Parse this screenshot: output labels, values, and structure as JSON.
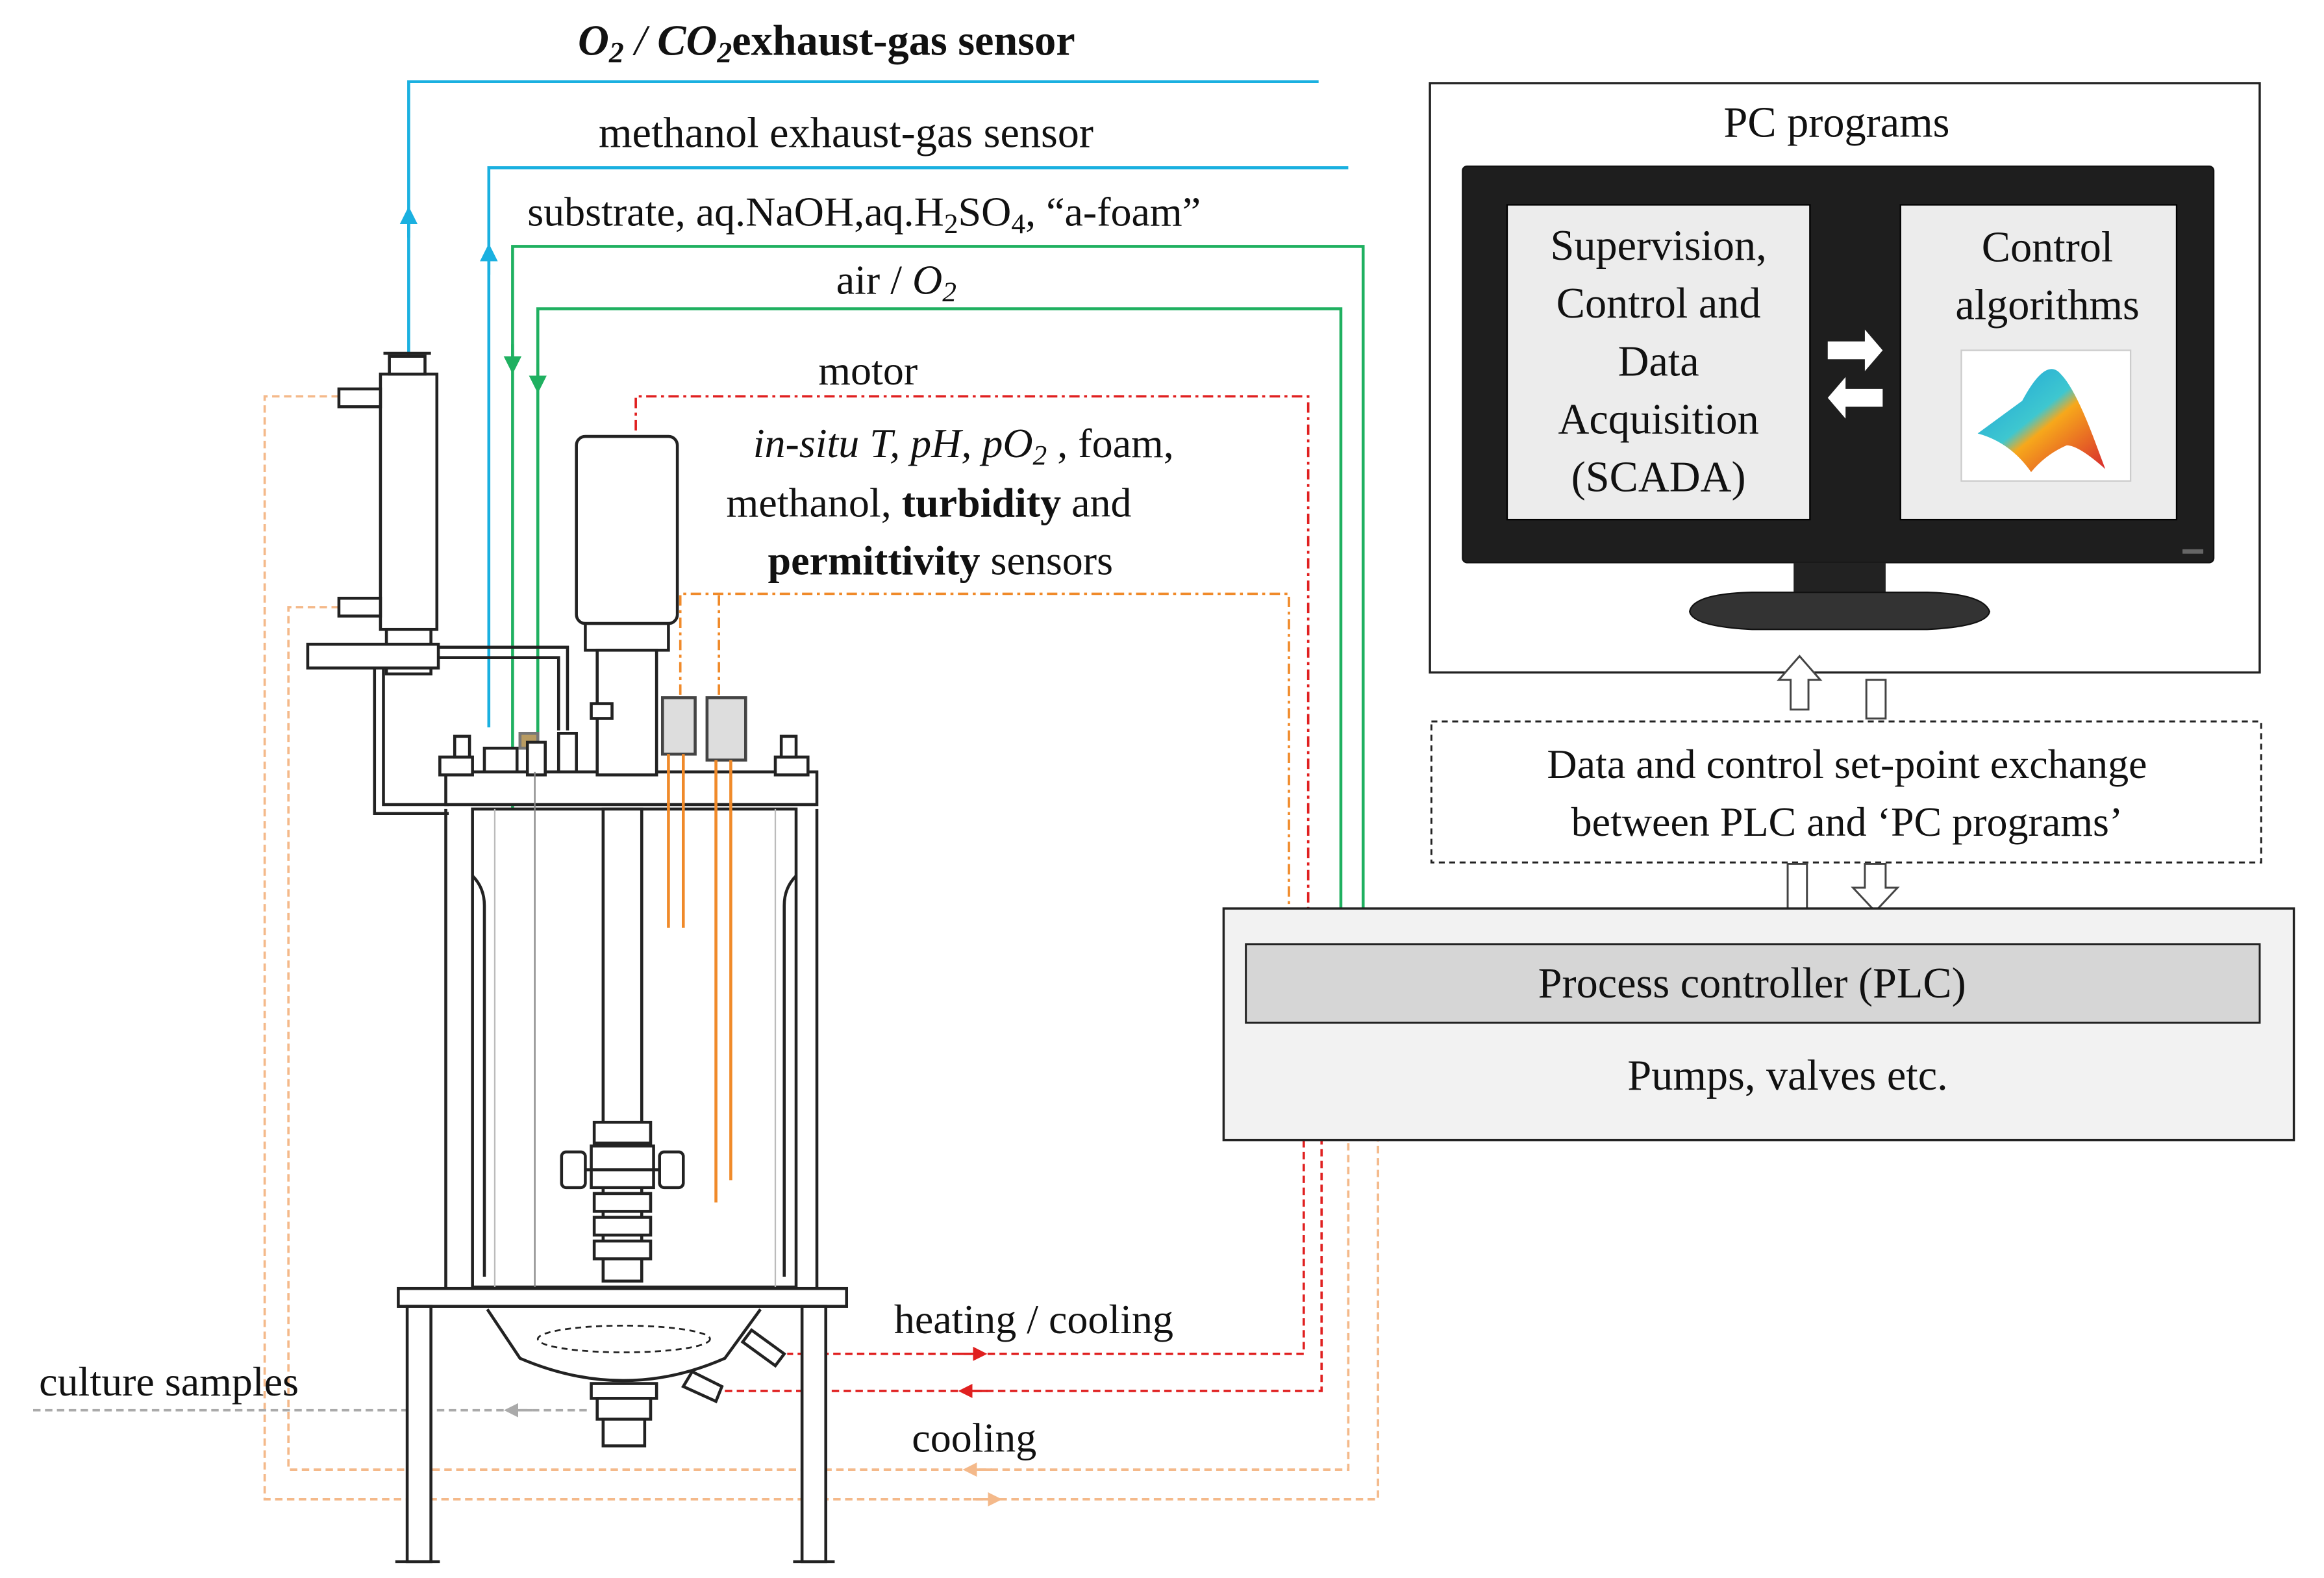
{
  "labels": {
    "o2_co2_prefix_a": "O",
    "o2_co2_sub_a": "2",
    "o2_co2_slash": " / ",
    "o2_co2_prefix_b": "CO",
    "o2_co2_sub_b": "2",
    "o2_co2_suffix": "exhaust-gas sensor",
    "methanol_exhaust": "methanol exhaust-gas sensor",
    "substrate_a": "substrate, aq.NaOH,aq.H",
    "substrate_sub1": "2",
    "substrate_b": "SO",
    "substrate_sub2": "4",
    "substrate_c": ", “a-foam”",
    "air_a": "air / ",
    "air_b": "O",
    "air_sub": "2",
    "motor": "motor",
    "sensors_l1_italic": "in-situ T, pH, pO",
    "sensors_l1_sub": "2",
    "sensors_l1_rest": " , foam,",
    "sensors_l2_a": "methanol, ",
    "sensors_l2_bold": "turbidity",
    "sensors_l2_b": " and",
    "sensors_l3_bold": "permittivity",
    "sensors_l3_rest": " sensors",
    "heating_cooling": "heating / cooling",
    "culture_samples": "culture samples",
    "cooling": "cooling"
  },
  "pc": {
    "title": "PC programs",
    "scada_lines": [
      "Supervision,",
      "Control and",
      "Data",
      "Acquisition",
      "(SCADA)"
    ],
    "control_lines": [
      "Control",
      "algorithms"
    ]
  },
  "exchange": {
    "lines": [
      "Data and control set-point exchange",
      "between PLC and ‘PC programs’"
    ]
  },
  "plc": {
    "title": "Process controller (PLC)",
    "subtitle": "Pumps, valves etc."
  },
  "colors": {
    "gas_line": "#1ab0e0",
    "feed_line": "#1fb060",
    "motor_line": "#e02020",
    "sensor_line": "#f08a2a",
    "cooling_line": "#f4b98a",
    "sample_line": "#aaaaaa",
    "vessel": "#222222"
  }
}
